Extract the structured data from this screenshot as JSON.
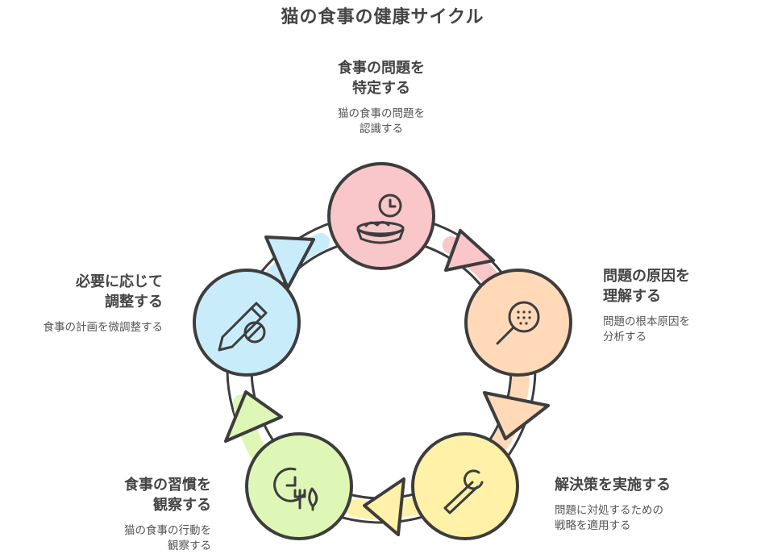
{
  "title": "猫の食事の健康サイクル",
  "nodes": [
    {
      "id": "identify",
      "heading": [
        "食事の問題を",
        "特定する"
      ],
      "description": [
        "猫の食事の問題を",
        "認識する"
      ],
      "icon": "cat-bowl-with-clock-icon",
      "color": "#f9c6c9"
    },
    {
      "id": "analyze",
      "heading": [
        "問題の原因を",
        "理解する"
      ],
      "description": [
        "問題の根本原因を",
        "分析する"
      ],
      "icon": "magnifying-glass-icon",
      "color": "#ffd9b8"
    },
    {
      "id": "implement",
      "heading": [
        "解決策を実施する"
      ],
      "description": [
        "問題に対処するための",
        "戦略を適用する"
      ],
      "icon": "wrench-icon",
      "color": "#fff2a8"
    },
    {
      "id": "observe",
      "heading": [
        "食事の習慣を",
        "観察する"
      ],
      "description": [
        "猫の食事の行動を",
        "観察する"
      ],
      "icon": "clock-fork-leaf-icon",
      "color": "#dff7b6"
    },
    {
      "id": "adjust",
      "heading": [
        "必要に応じて",
        "調整する"
      ],
      "description": [
        "食事の計画を微調整する"
      ],
      "icon": "pencil-and-pill-icon",
      "color": "#c9ecfb"
    }
  ]
}
